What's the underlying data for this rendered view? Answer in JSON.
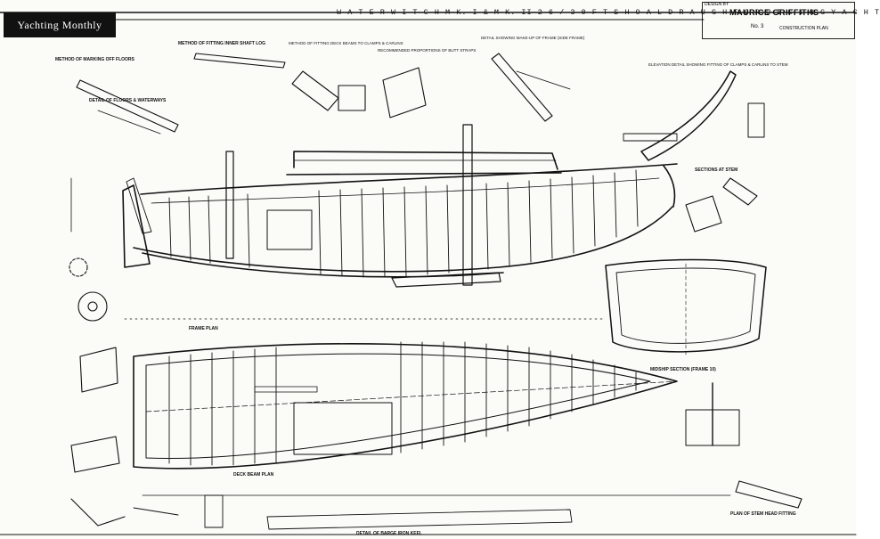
{
  "publisher_logo": "Yachting Monthly",
  "title": "W A T E R W I T C H     M K. I  &  M K. II   2 6 / 3 0  F T   S H O A L   D R A U G H T   C R U I S I N G   Y A C H T",
  "title_block": {
    "design_by": "DESIGN BY",
    "designer": "MAURICE GRIFFITHS",
    "sheet": "No. 3",
    "sheet_kind": "CONSTRUCTION PLAN"
  },
  "labels": {
    "marking_off": "METHOD OF MARKING OFF FLOORS",
    "deadwood": "METHOD OF FITTING INNER SHAFT LOG",
    "deck_beams": "METHOD OF FITTING DECK BEAMS TO CLAMPS & CARLINS",
    "proportions": "RECOMMENDED PROPORTIONS OF BUTT STRAPS",
    "frame_detail": "DETAIL SHOWING MAKE-UP OF FRAME (SIDE FRAME)",
    "elevation_detail": "ELEVATION DETAIL SHOWING FITTING OF CLAMPS & CARLINS TO STEM",
    "floors": "DETAIL OF FLOORS & WATERWAYS",
    "sections_stem": "SECTIONS AT STEM",
    "frame_plan": "FRAME PLAN",
    "deck_plan": "DECK BEAM PLAN",
    "midship": "MIDSHIP SECTION (FRAME 10)",
    "iron_keel": "DETAIL OF BARGE IRON KEEL",
    "plan_stem": "PLAN OF STEM HEAD FITTING"
  }
}
